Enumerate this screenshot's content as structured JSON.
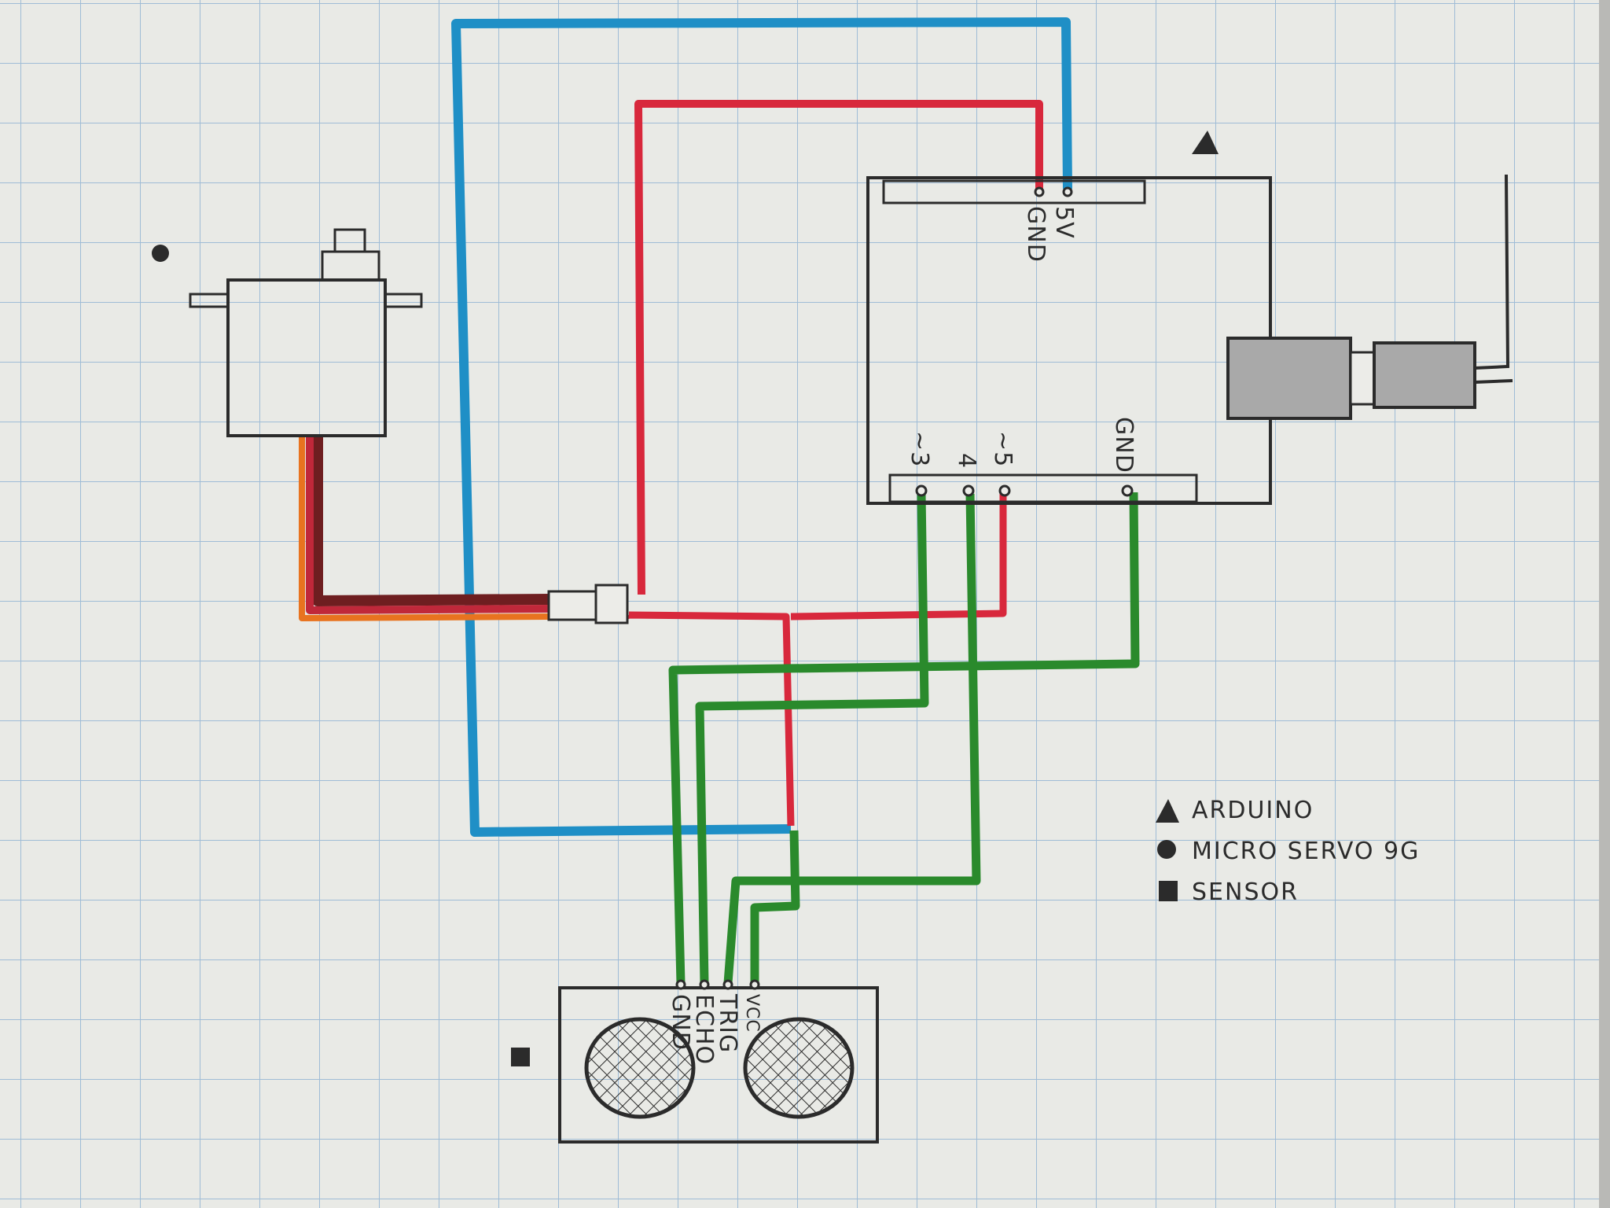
{
  "arduino": {
    "top_pins": [
      "GND",
      "5V"
    ],
    "bottom_pins": [
      "~3",
      "4",
      "~5",
      "GND"
    ]
  },
  "sensor": {
    "pins": [
      "GND",
      "ECHO",
      "TRIG",
      "VCC"
    ]
  },
  "legend": {
    "items": [
      {
        "symbol": "triangle",
        "label": "ARDUINO"
      },
      {
        "symbol": "circle",
        "label": "MICRO SERVO 9G"
      },
      {
        "symbol": "square",
        "label": "SENSOR"
      }
    ]
  },
  "colors": {
    "paper": "#e9eae6",
    "grid": "#9fbcd6",
    "ink": "#2b2b2b",
    "wire_blue": "#1f8fc6",
    "wire_red": "#d8283c",
    "wire_green": "#2a8a2c",
    "wire_brown": "#6e1e20",
    "wire_orange": "#e8731f",
    "jack": "#a9a9a9"
  }
}
